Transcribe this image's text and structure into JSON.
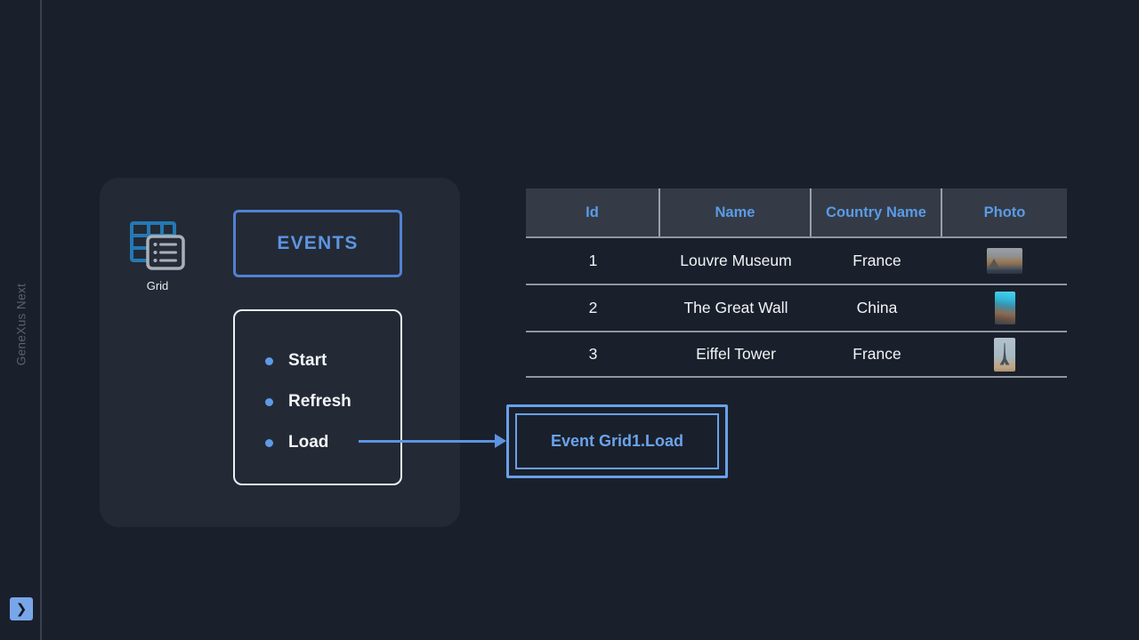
{
  "brand": {
    "vertical_label": "GeneXus Next"
  },
  "footer": {
    "chevron_glyph": "❯"
  },
  "diagram": {
    "grid_icon_label": "Grid",
    "events_button_label": "EVENTS",
    "event_items": [
      {
        "label": "Start"
      },
      {
        "label": "Refresh"
      },
      {
        "label": "Load"
      }
    ],
    "event_code_label": "Event Grid1.Load"
  },
  "table": {
    "headers": [
      "Id",
      "Name",
      "Country Name",
      "Photo"
    ],
    "rows": [
      {
        "id": "1",
        "name": "Louvre Museum",
        "country": "France",
        "photo": "louvre-thumbnail"
      },
      {
        "id": "2",
        "name": "The Great Wall",
        "country": "China",
        "photo": "great-wall-thumbnail"
      },
      {
        "id": "3",
        "name": "Eiffel Tower",
        "country": "France",
        "photo": "eiffel-tower-thumbnail"
      }
    ]
  },
  "colors": {
    "background": "#1a202b",
    "panel": "#232a35",
    "accent_blue": "#5d95e2",
    "code_box_blue": "#69a1ea",
    "icon_table_blue": "#2478b5",
    "icon_stack_gray": "#aab0b8",
    "list_border_white": "#edeff2",
    "table_header_bg": "#343b46",
    "table_header_text": "#5b9be6",
    "table_line_gray": "#8e96a0",
    "text_light": "#f2f4f6",
    "brand_gray": "#59616d",
    "chevron_bg": "#79a6e8"
  }
}
